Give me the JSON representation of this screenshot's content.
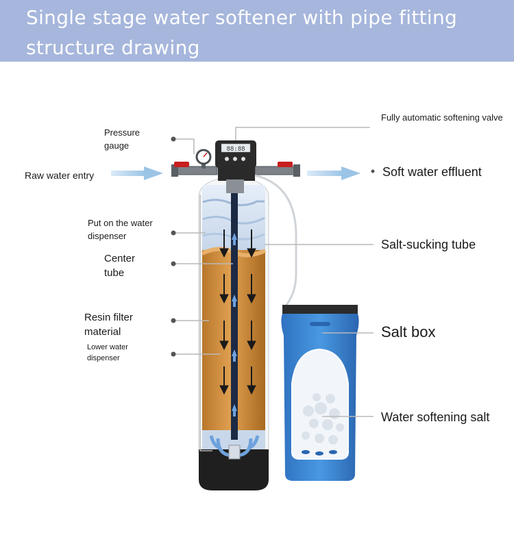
{
  "title": "Single stage water softener with pipe fitting structure drawing",
  "labels": {
    "pressure_gauge": "Pressure gauge",
    "raw_water_entry": "Raw water entry",
    "put_on_water_dispenser": "Put on the water dispenser",
    "center_tube": "Center tube",
    "resin_filter_material": "Resin filter material",
    "lower_water_dispenser": "Lower water dispenser",
    "fully_automatic_valve": "Fully automatic softening valve",
    "soft_water_effluent": "Soft water effluent",
    "salt_sucking_tube": "Salt-sucking tube",
    "salt_box": "Salt box",
    "water_softening_salt": "Water softening salt"
  },
  "colors": {
    "banner": "#a6b6dc",
    "resin": "#d08a3a",
    "tank_base": "#222222",
    "salt_box": "#3a86d4",
    "valve_handle": "#c81e1e",
    "flow_arrow": "#a8ccea"
  },
  "valve_display": "88:88"
}
